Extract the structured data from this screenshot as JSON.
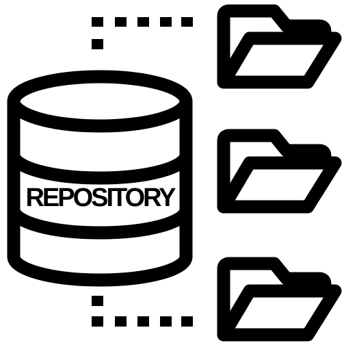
{
  "repository": {
    "label": "REPOSITORY",
    "icon": "database-icon"
  },
  "folders": [
    {
      "icon": "open-folder-icon"
    },
    {
      "icon": "open-folder-icon"
    },
    {
      "icon": "open-folder-icon"
    }
  ],
  "connectors": {
    "style": "dotted",
    "count": 2
  },
  "colors": {
    "stroke": "#000000",
    "fill": "#ffffff"
  }
}
